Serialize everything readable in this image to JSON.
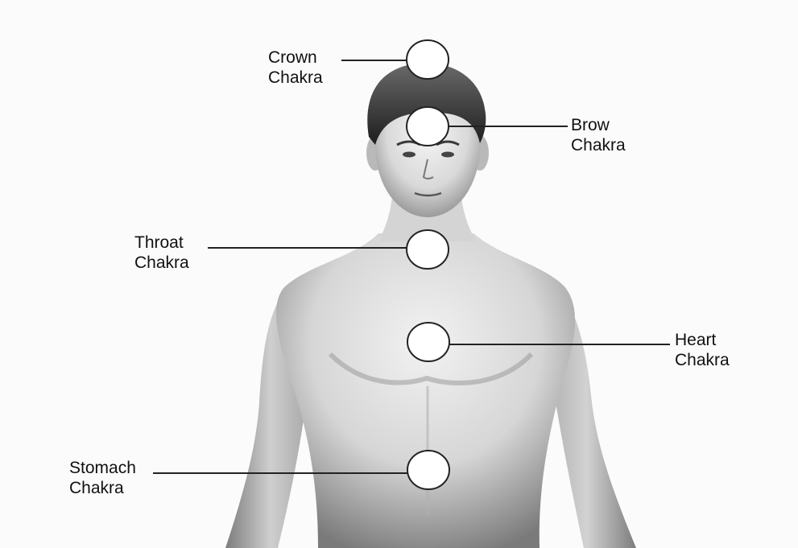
{
  "chakras": {
    "crown": {
      "line1": "Crown",
      "line2": "Chakra"
    },
    "brow": {
      "line1": "Brow",
      "line2": "Chakra"
    },
    "throat": {
      "line1": "Throat",
      "line2": "Chakra"
    },
    "heart": {
      "line1": "Heart",
      "line2": "Chakra"
    },
    "stomach": {
      "line1": "Stomach",
      "line2": "Chakra"
    }
  }
}
